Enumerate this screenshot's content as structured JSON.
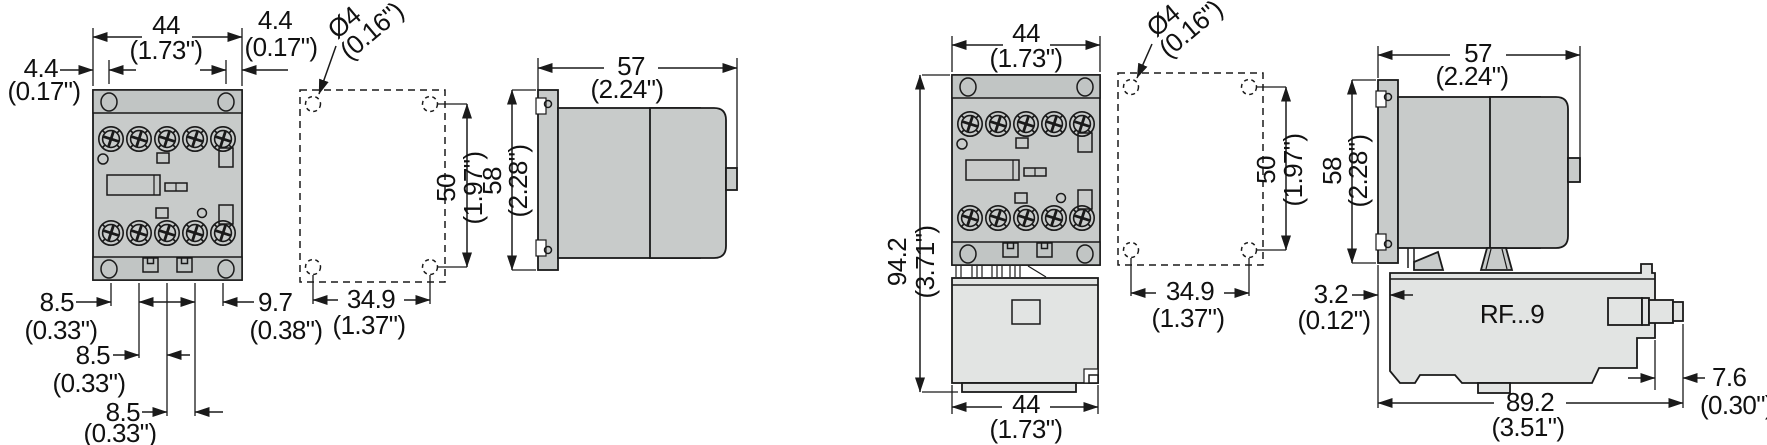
{
  "left_view": {
    "width_mm": "44",
    "width_in": "(1.73\")",
    "offset_left_mm": "4.4",
    "offset_left_in": "(0.17\")",
    "offset_right_mm": "4.4",
    "offset_right_in": "(0.17\")",
    "hole_diameter": "Ø4",
    "hole_diameter_in": "(0.16\")",
    "pitch_row1_mm": "8.5",
    "pitch_row1_in": "(0.33\")",
    "pitch_row2_mm": "8.5",
    "pitch_row2_in": "(0.33\")",
    "pitch_row3_mm": "8.5",
    "pitch_row3_in": "(0.33\")",
    "aux_pitch_mm": "9.7",
    "aux_pitch_in": "(0.38\")",
    "hole_span_mm": "34.9",
    "hole_span_in": "(1.37\")",
    "hole_vspan_mm": "50",
    "hole_vspan_in": "(1.97\")",
    "depth_mm": "57",
    "depth_in": "(2.24\")",
    "height_mm": "58",
    "height_in": "(2.28\")"
  },
  "right_view": {
    "width_mm": "44",
    "width_in": "(1.73\")",
    "total_height_mm": "94.2",
    "total_height_in": "(3.71\")",
    "bottom_width_mm": "44",
    "bottom_width_in": "(1.73\")",
    "hole_diameter": "Ø4",
    "hole_diameter_in": "(0.16\")",
    "hole_span_mm": "34.9",
    "hole_span_in": "(1.37\")",
    "hole_vspan_mm": "50",
    "hole_vspan_in": "(1.97\")",
    "depth_mm": "57",
    "depth_in": "(2.24\")",
    "height_mm": "58",
    "height_in": "(2.28\")",
    "relay_offset_mm": "3.2",
    "relay_offset_in": "(0.12\")",
    "plunger_mm": "7.6",
    "plunger_in": "(0.30\")",
    "total_depth_mm": "89.2",
    "total_depth_in": "(3.51\")",
    "relay_model": "RF...9"
  },
  "colors": {
    "body_gray": "#c8cbca",
    "strip_gray": "#c1c5c4",
    "relay_gray": "#e2e4e3",
    "line": "#1a1a1a"
  }
}
